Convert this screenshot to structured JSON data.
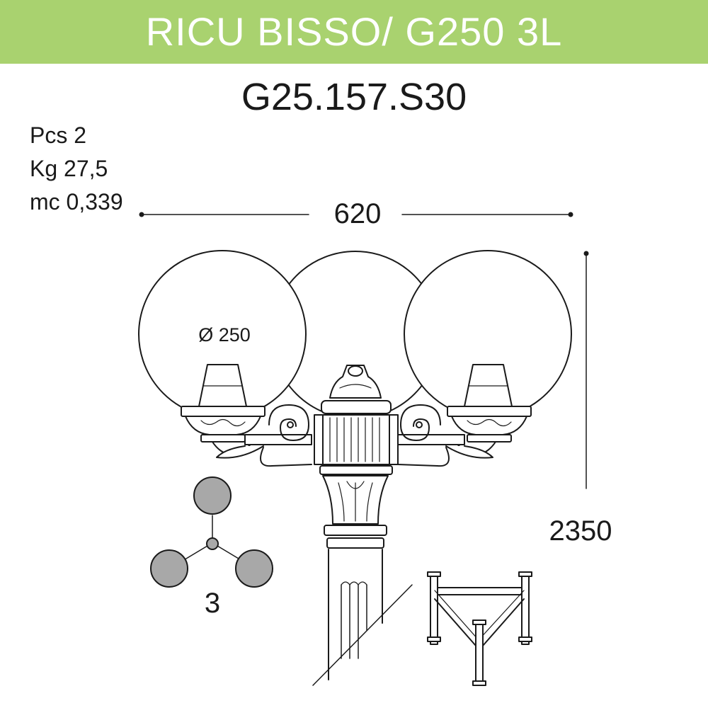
{
  "header": {
    "title": "RICU BISSO/ G250 3L"
  },
  "product_code": "G25.157.S30",
  "specs": {
    "pcs": "Pcs 2",
    "weight": "Kg 27,5",
    "volume": "mc 0,339"
  },
  "dimensions": {
    "width_label": "620",
    "height_label": "2350",
    "globe_diameter_label": "Ø 250"
  },
  "arm_count_label": "3",
  "colors": {
    "banner": "#a9d26f",
    "banner_text": "#ffffff",
    "line": "#1a1a1a",
    "globe_fill": "#a8a8a8"
  }
}
